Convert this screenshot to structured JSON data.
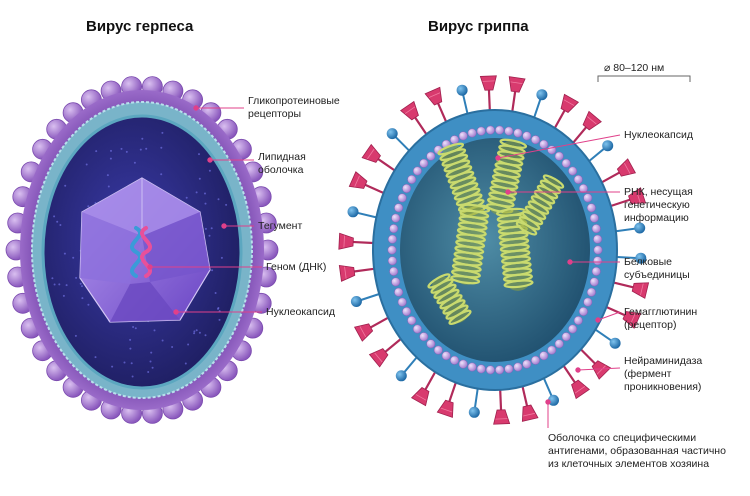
{
  "herpes": {
    "title": "Вирус герпеса",
    "labels": {
      "receptors": "Гликопротеиновые\nрецепторы",
      "envelope": "Липидная\nоболочка",
      "tegument": "Тегумент",
      "genome": "Геном (ДНК)",
      "nucleocapsid": "Нуклеокапсид"
    }
  },
  "flu": {
    "title": "Вирус гриппа",
    "size": "⌀ 80–120 нм",
    "labels": {
      "nucleocapsid": "Нуклеокапсид",
      "rna": "РНК, несущая\nгенетическую\nинформацию",
      "protein": "Белковые\nсубъединицы",
      "hemagglutinin": "Гемагглютинин\n(рецептор)",
      "neuraminidase": "Нейраминидаза\n(фермент\nпроникновения)",
      "envelope": "Оболочка со специфическими\nантигенами, образованная частично\nиз клеточных элементов хозяина"
    }
  },
  "colors": {
    "herpes_outer": "#8e5cc0",
    "herpes_knob": "#a779cf",
    "herpes_ring": "#79b4c9",
    "herpes_inner": "#2a2a7a",
    "capsid": "#8e6ad8",
    "dna_pink": "#e8509a",
    "dna_blue": "#3a9bd8",
    "flu_envelope": "#3f8fc4",
    "flu_bead": "#c9a8e4",
    "flu_inner": "#2e6b8f",
    "rna_green": "#b6c95a",
    "hemagglutinin": "#d83a6e",
    "neuraminidase_blue": "#2f7fb8",
    "leader": "#e0408a"
  }
}
